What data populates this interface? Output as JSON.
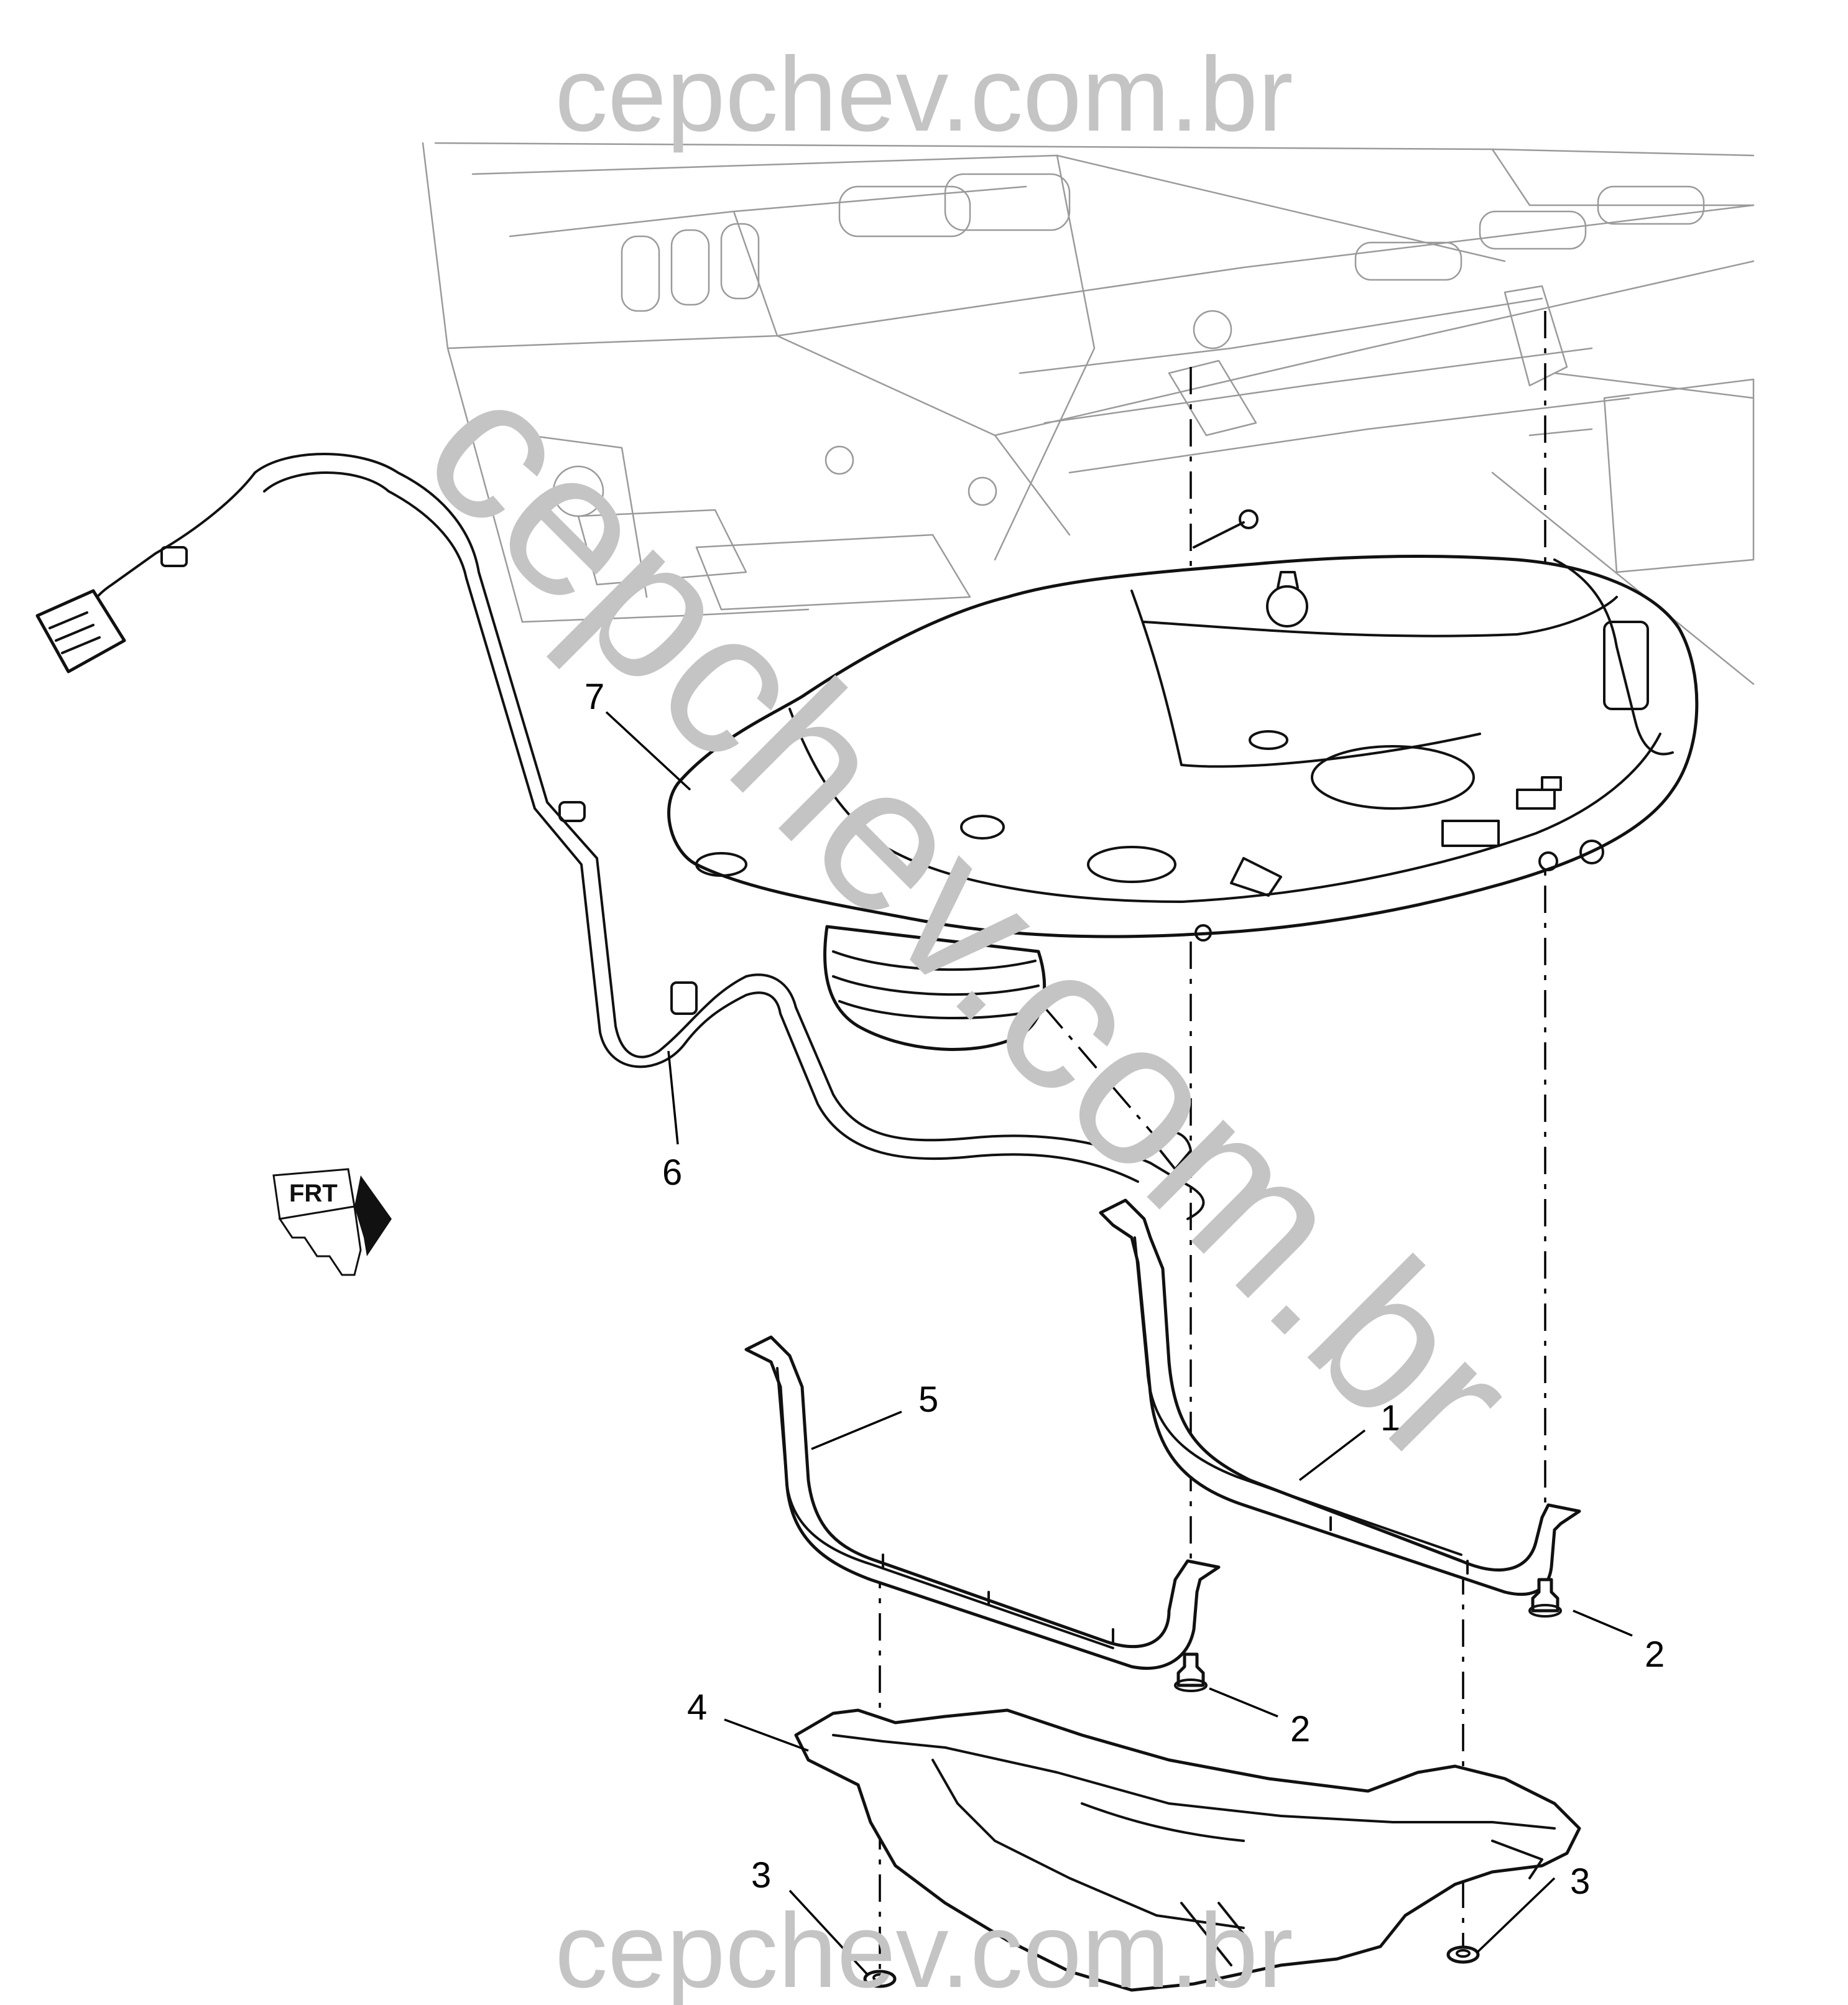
{
  "watermarks": {
    "top": "cepchev.com.br",
    "diagonal": "cepchev.com.br",
    "bottom": "cepchev.com.br"
  },
  "orientation_indicator": {
    "label": "FRT",
    "icon": "front-direction-arrow-icon"
  },
  "callouts": [
    {
      "id": "fuel-tank-strap-right",
      "label": "1"
    },
    {
      "id": "bolt-right",
      "label": "2"
    },
    {
      "id": "bolt-center",
      "label": "2"
    },
    {
      "id": "nut-left",
      "label": "3"
    },
    {
      "id": "nut-right",
      "label": "3"
    },
    {
      "id": "fuel-tank-shield",
      "label": "4"
    },
    {
      "id": "fuel-tank-strap-left",
      "label": "5"
    },
    {
      "id": "fuel-line",
      "label": "6"
    },
    {
      "id": "fuel-tank",
      "label": "7"
    }
  ],
  "colors": {
    "line_art": "#111111",
    "background_structure": "#9a9a9a",
    "watermark": "#c4c4c4"
  }
}
